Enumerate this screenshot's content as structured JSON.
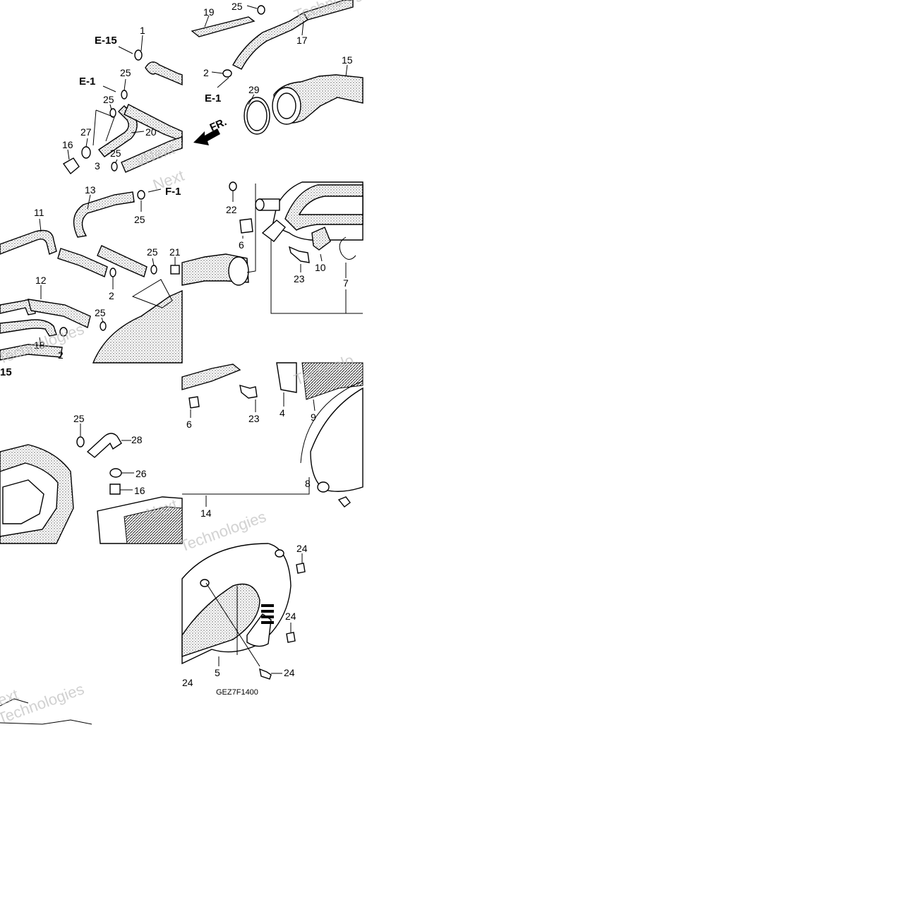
{
  "diagram": {
    "drawing_code": "GEZ7F1400",
    "watermarks": [
      "vNext",
      "Technologies",
      "Next",
      "Technologies",
      "vNext",
      "Technologies",
      "ext",
      "Technologies",
      "Technolo"
    ],
    "references": [
      "E-15",
      "E-1",
      "E-1",
      "F-1",
      "15"
    ],
    "callouts": [
      "1",
      "25",
      "25",
      "27",
      "16",
      "3",
      "25",
      "20",
      "19",
      "25",
      "17",
      "2",
      "29",
      "15",
      "13",
      "11",
      "25",
      "2",
      "25",
      "21",
      "12",
      "25",
      "18",
      "2",
      "22",
      "6",
      "10",
      "23",
      "7",
      "25",
      "28",
      "26",
      "16",
      "6",
      "23",
      "4",
      "9",
      "8",
      "14",
      "24",
      "24",
      "24",
      "5",
      "24"
    ]
  }
}
